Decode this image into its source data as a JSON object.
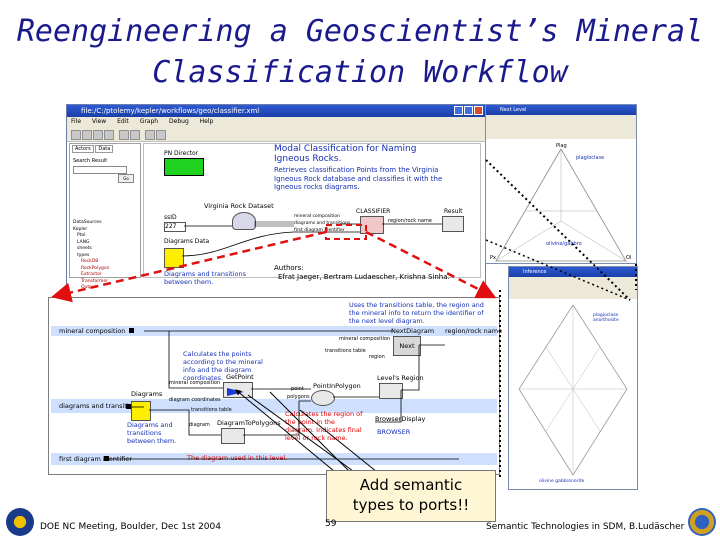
{
  "slide": {
    "title_line1": "Reengineering a Geoscientist’s Mineral",
    "title_line2": "Classification Workflow",
    "callout_line1": "Add semantic",
    "callout_line2": "types to ports!!",
    "footer_left": "DOE NC Meeting, Boulder, Dec 1st 2004",
    "footer_center": "59",
    "footer_right": "Semantic Technologies in SDM, B.Ludäscher"
  },
  "main_window": {
    "title": "file:/C:/ptolemy/kepler/workflows/geo/classifier.xml",
    "menu": [
      "File",
      "View",
      "Edit",
      "Graph",
      "Debug",
      "Help"
    ],
    "tabs": [
      "Actors",
      "Data"
    ],
    "search_label": "Search Result",
    "search_button": "Go",
    "tree_items": [
      "DataSources",
      "Kepler",
      "Ptol",
      "LANG",
      "sheets",
      "types",
      "RockDB",
      "RockPolygon",
      "Extractor",
      "Transformer",
      "Output"
    ],
    "pn_director": "PN Director",
    "heading": "Modal Classification for Naming Igneous Rocks.",
    "description": "Retrieves classification Points from the Virginia Igneous Rock database and classifies it with the Igneous rocks diagrams.",
    "virginia_label": "Virginia Rock Dataset",
    "ssid_label": "ssID",
    "ssid_value": "227",
    "classifier": "CLASSIFIER",
    "result": "Result",
    "mineral_composition_small": "mineral composition",
    "diagrams_transitions_small": "diagrams and transitions",
    "first_diagram_small": "first diagram identifier",
    "region_rock_name": "region/rock name",
    "diagrams_data": "Diagrams Data",
    "diagrams_note": "Diagrams and transitions between them.",
    "authors_label": "Authors:",
    "authors": "Efrat Jaeger, Bertram Ludaescher, Krishna Sinha."
  },
  "side_window_top": {
    "title": "Next Level",
    "top_label": "Plag",
    "mid_label": "plagioclase",
    "left_label": "Px",
    "right_label": "Ol",
    "bottom_label": "olivine/gabbro"
  },
  "side_window_bottom": {
    "title": "Inference",
    "label_top": "plagioclase anorthosite",
    "label_bottom": "olivine gabbronorite"
  },
  "detail": {
    "mineral_composition": "mineral composition",
    "diagrams_and_transitions": "diagrams and transitions",
    "first_diagram_identifier": "first diagram identifier",
    "uses_transitions": "Uses the transitions table, the region and the mineral info to return the identifier of the next level diagram.",
    "mineral_composition_port": "mineral composition",
    "next_diagram": "NextDiagram",
    "region_rock_name": "region/rock name",
    "next_button": "Next",
    "transitions_table": "transitions table",
    "region": "region",
    "calculates_points": "Calculates the points according to the mineral info and the diagram coordinates.",
    "get_point": "GetPoint",
    "point_in_polygon": "PointInPolygon",
    "point": "point",
    "polygons": "polygons",
    "level_region": "Level's Region",
    "diagram_coordinates": "diagram coordinates",
    "transitions_table2": "transitions table",
    "calculates_region": "Calculates the region of the point in the diagram. Indicates final level or rock name.",
    "browser_display": "BrowserDisplay",
    "browser": "BROWSER",
    "diagrams": "Diagrams",
    "diagrams_between": "Diagrams and transitions between them.",
    "diagram": "diagram",
    "diagram_to_polygons": "DiagramToPolygons",
    "diagram_used": "The diagram used in this level."
  },
  "colors": {
    "title": "#1a1a8c",
    "link_blue": "#1530b8",
    "red_note": "#e00000",
    "dashed_red": "#e01010",
    "callout_bg": "#fff6d6"
  }
}
